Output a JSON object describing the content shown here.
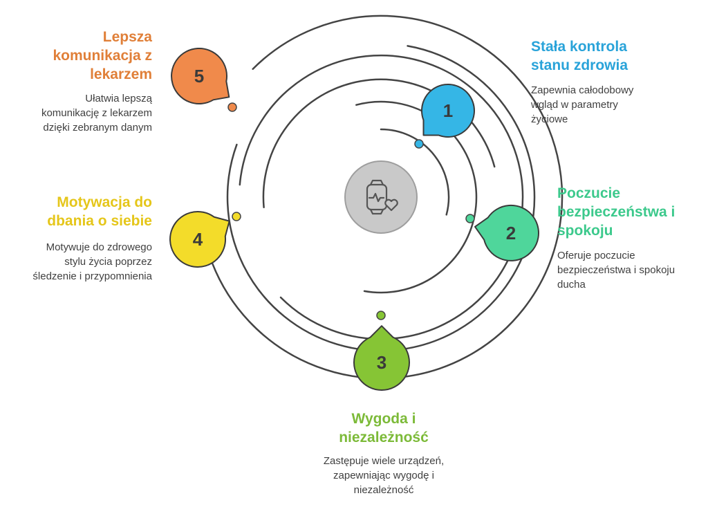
{
  "colors": {
    "item1": "#35b6e6",
    "item2": "#4fd69b",
    "item3": "#86c535",
    "item4": "#f3dc2a",
    "item5": "#f08a4b",
    "item1_text": "#29a3d9",
    "item2_text": "#3cc98c",
    "item3_text": "#7cba38",
    "item4_text": "#e5c61a",
    "item5_text": "#e07f38",
    "line": "#444444",
    "center": "#c9c9c9"
  },
  "center_icon": "smartwatch-heart-icon",
  "items": [
    {
      "number": "1",
      "title": "Stała kontrola\nstanu zdrowia",
      "description": "Zapewnia całodobowy\nwgląd w parametry\nżyciowe"
    },
    {
      "number": "2",
      "title": "Poczucie\nbezpieczeństwa i\nspokoju",
      "description": "Oferuje poczucie\nbezpieczeństwa i spokoju\nducha"
    },
    {
      "number": "3",
      "title": "Wygoda i\nniezależność",
      "description": "Zastępuje wiele urządzeń,\nzapewniając wygodę i\nniezależność"
    },
    {
      "number": "4",
      "title": "Motywacja do\ndbania o siebie",
      "description": "Motywuje do zdrowego\nstylu życia poprzez\nśledzenie i przypomnienia"
    },
    {
      "number": "5",
      "title": "Lepsza\nkomunikacja z\nlekarzem",
      "description": "Ułatwia lepszą\nkomunikację z lekarzem\ndzięki zebranym danym"
    }
  ]
}
